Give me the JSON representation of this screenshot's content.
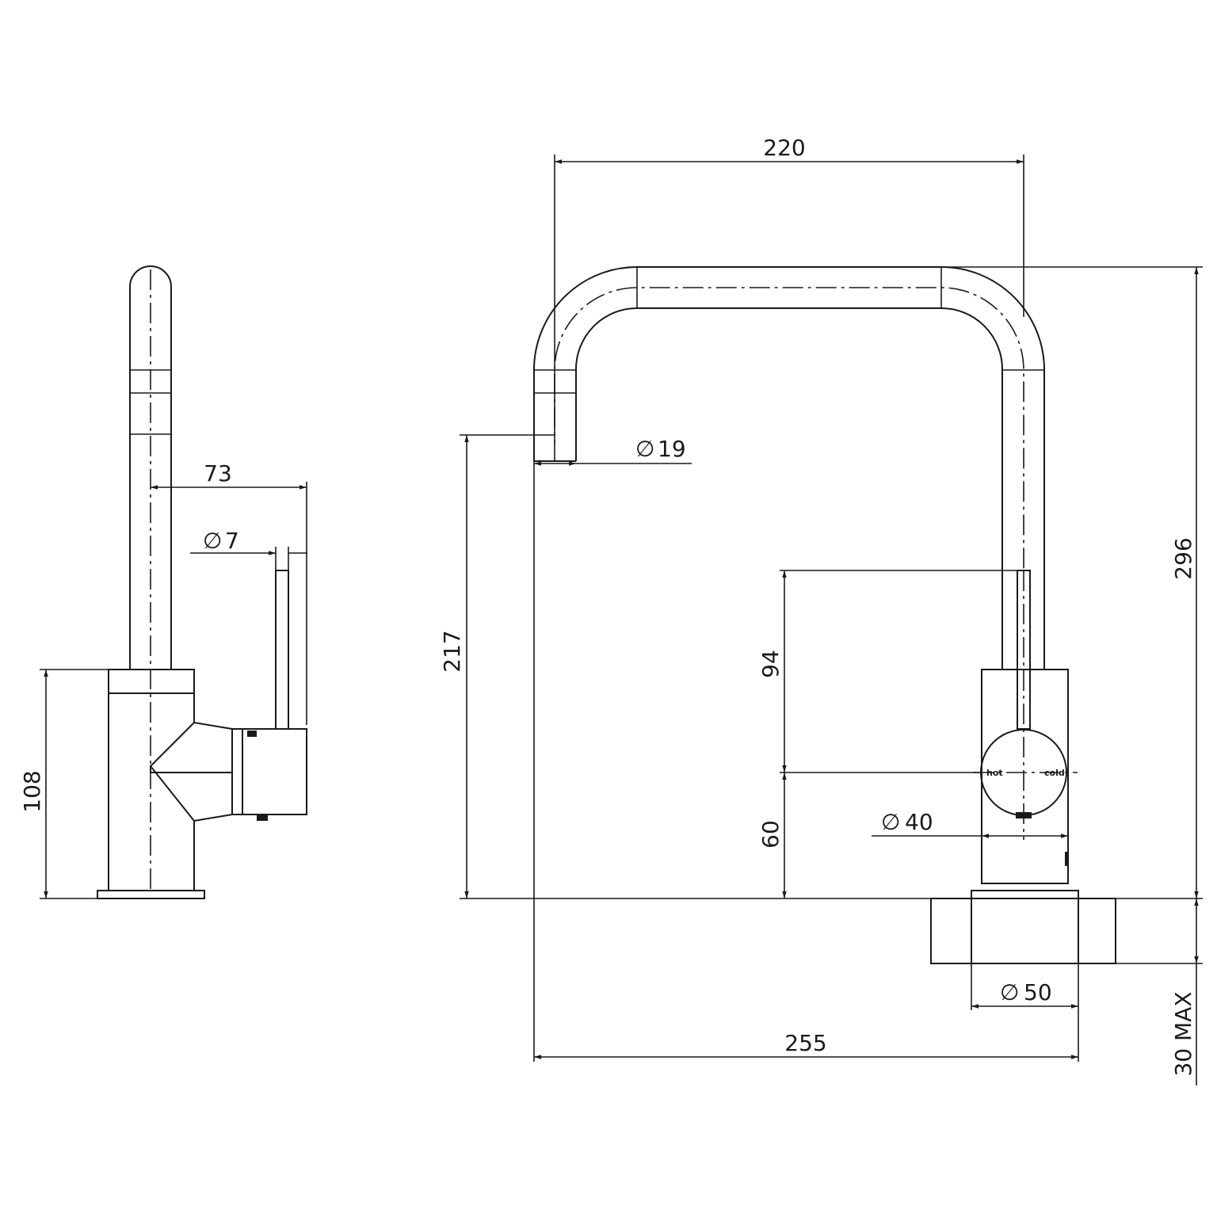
{
  "dimensions": {
    "spout_reach": "220",
    "outlet_diameter": "19",
    "spout_height": "217",
    "overall_height": "296",
    "lever_height": "94",
    "lever_center_height": "60",
    "body_diameter": "40",
    "base_diameter": "50",
    "overall_length": "255",
    "bench_thickness": "30 MAX",
    "side_base_height": "108",
    "side_lever_offset": "73",
    "handle_diameter": "7",
    "diameter_symbol": "∅"
  },
  "labels": {
    "hot": "hot",
    "cold": "cold"
  }
}
